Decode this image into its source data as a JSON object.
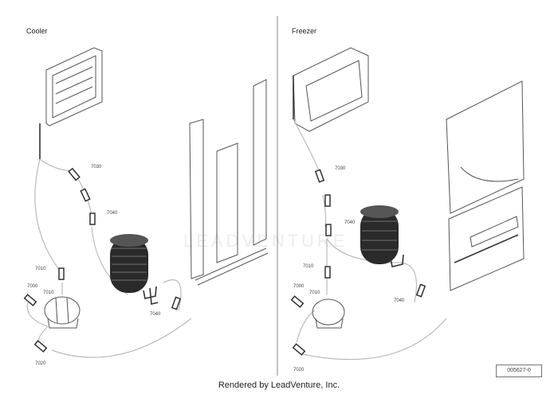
{
  "sections": {
    "left": {
      "title": "Cooler",
      "callouts": [
        "7030",
        "7040",
        "7010",
        "7000",
        "7010",
        "7040",
        "7020"
      ]
    },
    "right": {
      "title": "Freezer",
      "callouts": [
        "7030",
        "7040",
        "7010",
        "7000",
        "7010",
        "7040",
        "7020"
      ]
    }
  },
  "watermark": "LEADVENTURE",
  "diagram_id": "005627-0",
  "footer": "Rendered by LeadVenture, Inc."
}
